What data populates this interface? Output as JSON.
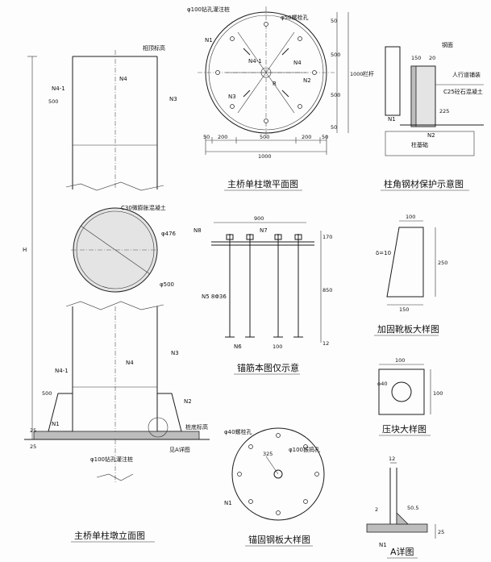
{
  "titles": {
    "plan": "主桥单柱墩平面图",
    "corner": "柱角钢材保护示意图",
    "anchor": "锚筋本图仅示意",
    "gusset": "加固靴板大样图",
    "pressure": "压块大样图",
    "elevation": "主桥单柱墩立面图",
    "plate": "锚固钢板大样图",
    "detail_a": "A详图"
  },
  "plan_view": {
    "top_label": "φ100钻孔灌注桩",
    "bolt_hole": "φ50螺栓孔",
    "n1": "N1",
    "n2": "N2",
    "n3": "N3",
    "n4": "N4",
    "n41": "N4-1",
    "r": "R",
    "d_50a": "50",
    "d_200a": "200",
    "d_500": "500",
    "d_200b": "200",
    "d_50b": "50",
    "d_1000": "1000",
    "v_500a": "500",
    "v_500b": "500",
    "v_1000": "1000",
    "v_50a": "50",
    "v_50b": "50"
  },
  "corner_view": {
    "curb": "栏杆",
    "steel": "钢面",
    "walk": "人行道铺装",
    "conc": "C25砼石混凝土",
    "base": "柱基础",
    "n1": "N1",
    "n2": "N2",
    "d_150": "150",
    "d_20": "20",
    "d_225": "225"
  },
  "elevation_view": {
    "top_tag": "相顶标高",
    "n41": "N4-1",
    "n4": "N4",
    "n3": "N3",
    "d_500": "500",
    "h": "H",
    "c30": "C30微膨胀混凝土",
    "d476": "φ476",
    "d500": "φ500",
    "n41b": "N4-1",
    "n4b": "N4",
    "n3b": "N3",
    "d_500b": "500",
    "d_25a": "25",
    "d_25b": "25",
    "n1": "N1",
    "n2": "N2",
    "base_tag": "桩底标高",
    "a_tag": "见A详图",
    "bottom_label": "φ100钻孔灌注桩"
  },
  "anchor_view": {
    "d_900": "900",
    "n8": "N8",
    "n7": "N7",
    "d_170": "170",
    "d_850": "850",
    "d_12": "12",
    "n5": "N5 8Φ36",
    "n6": "N6",
    "d_100": "100"
  },
  "gusset_view": {
    "d_100": "100",
    "delta": "δ=10",
    "d_250": "250",
    "d_150": "150"
  },
  "pressure_view": {
    "d_40": "φ40",
    "d_100h": "100",
    "d_100v": "100"
  },
  "plate_view": {
    "bolt": "φ40螺栓孔",
    "d_325": "325",
    "hole": "φ100振捣孔",
    "n1": "N1"
  },
  "detail_view": {
    "d_12": "12",
    "d_2": "2",
    "weld": "50.5",
    "n1": "N1",
    "d_25": "25"
  }
}
